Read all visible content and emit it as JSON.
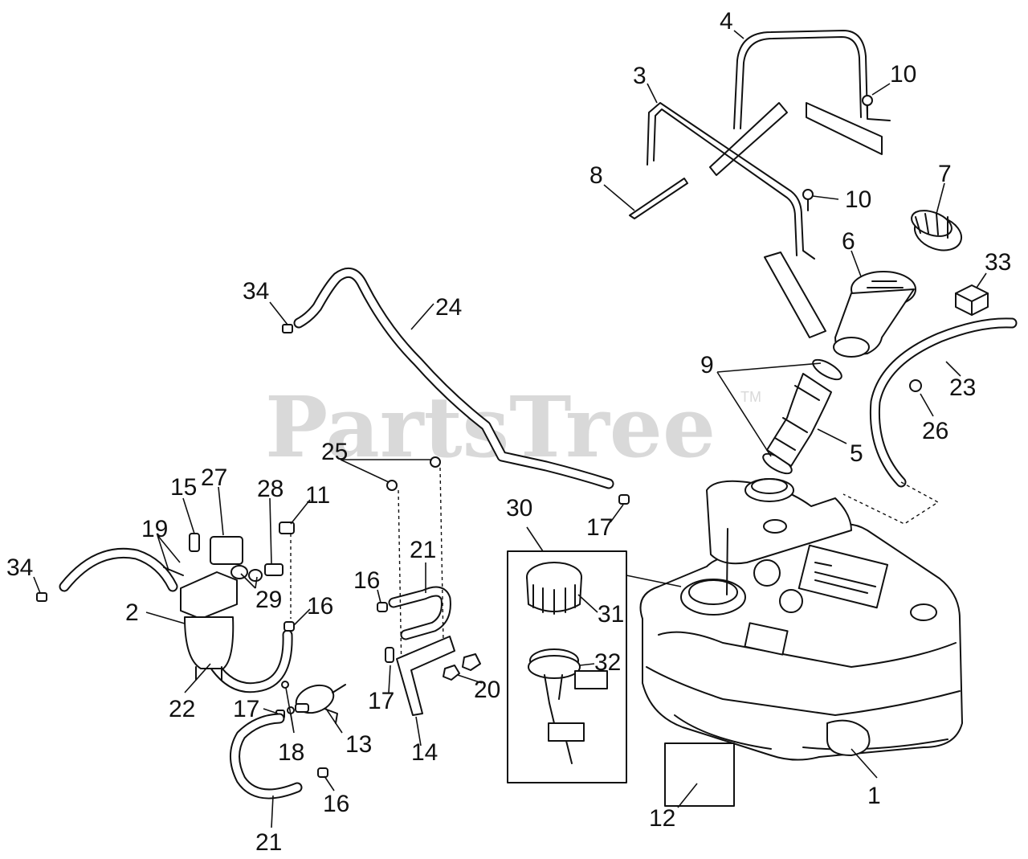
{
  "watermark": {
    "brand": "PartsTree",
    "trademark": "TM"
  },
  "callouts": {
    "c1": "1",
    "c2": "2",
    "c3": "3",
    "c4": "4",
    "c5": "5",
    "c6": "6",
    "c7": "7",
    "c8": "8",
    "c9": "9",
    "c10a": "10",
    "c10b": "10",
    "c11": "11",
    "c12": "12",
    "c13": "13",
    "c14": "14",
    "c15": "15",
    "c16a": "16",
    "c16b": "16",
    "c16c": "16",
    "c17a": "17",
    "c17b": "17",
    "c17c": "17",
    "c18": "18",
    "c19": "19",
    "c20": "20",
    "c21a": "21",
    "c21b": "21",
    "c22": "22",
    "c23": "23",
    "c24": "24",
    "c25": "25",
    "c26": "26",
    "c27": "27",
    "c28": "28",
    "c29": "29",
    "c30": "30",
    "c31": "31",
    "c32": "32",
    "c33": "33",
    "c34a": "34",
    "c34b": "34"
  }
}
